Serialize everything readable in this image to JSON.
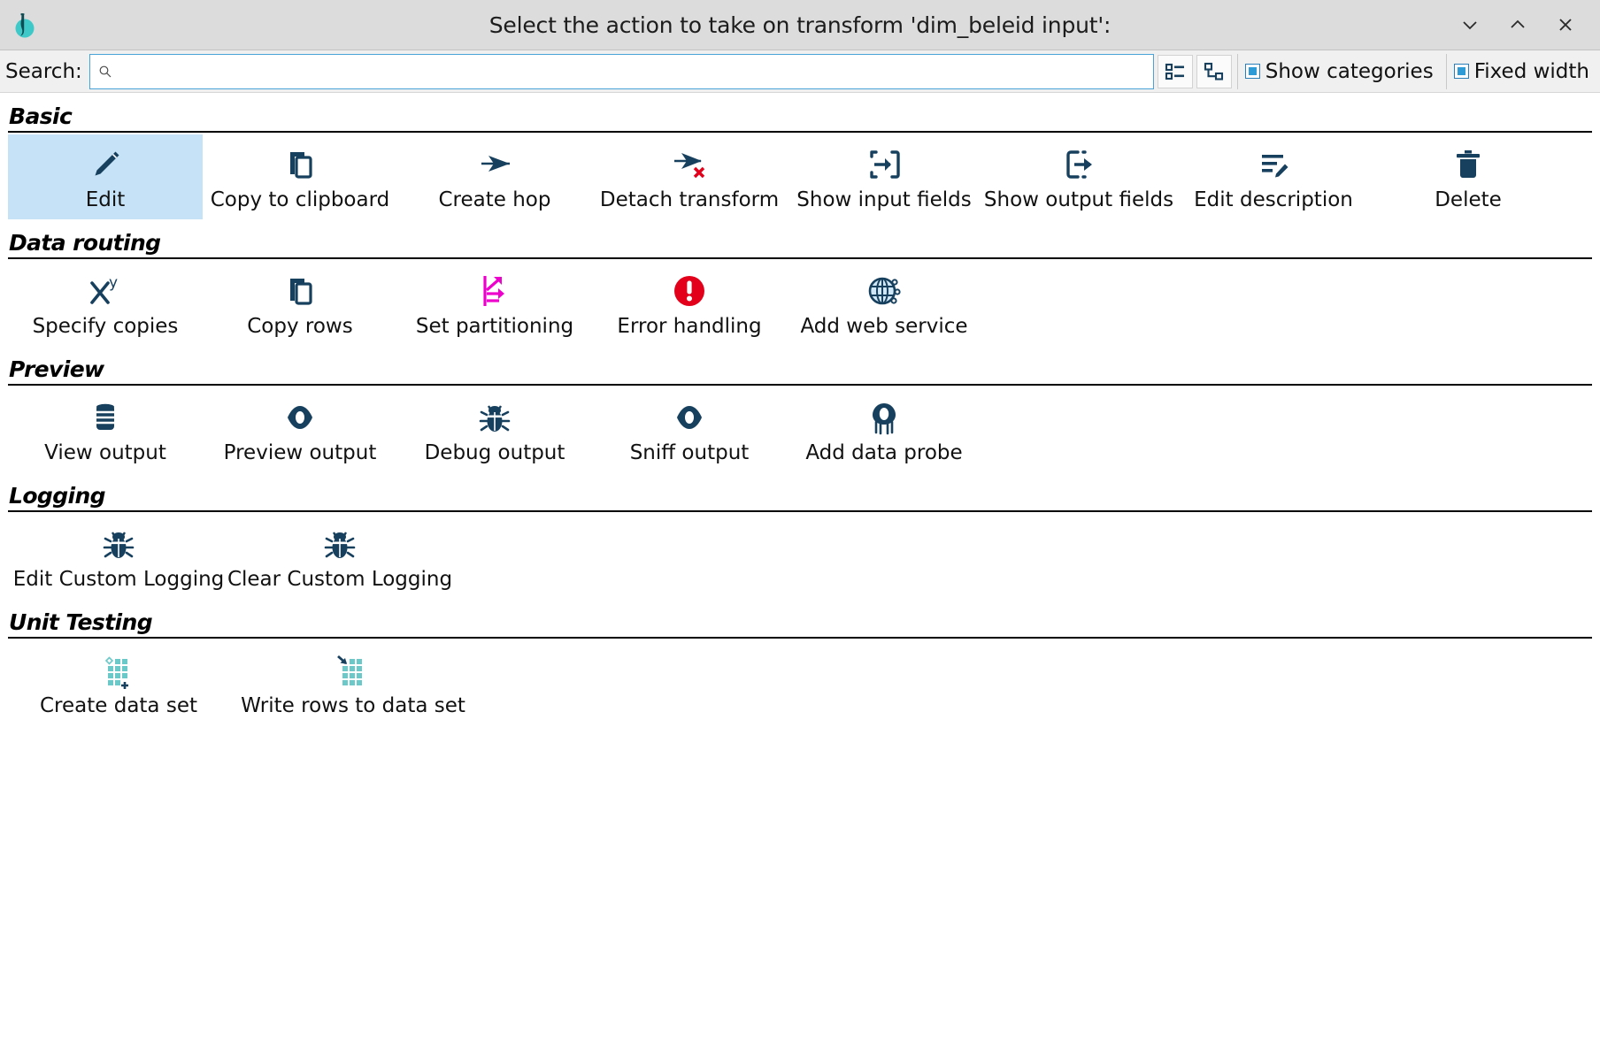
{
  "window": {
    "title": "Select the action to take on transform 'dim_beleid input':",
    "logo_icon": "apache-hop-logo-icon",
    "controls": [
      {
        "name": "minimize-button",
        "icon": "chevron-down-icon",
        "glyph": "∨"
      },
      {
        "name": "maximize-button",
        "icon": "chevron-up-icon",
        "glyph": "∧"
      },
      {
        "name": "close-button",
        "icon": "close-icon",
        "glyph": "✕"
      }
    ]
  },
  "search": {
    "label": "Search:",
    "value": "",
    "placeholder": "",
    "icon": "search-icon"
  },
  "toolbar": {
    "view_buttons": [
      {
        "name": "list-view-button",
        "icon": "list-view-icon"
      },
      {
        "name": "tree-view-button",
        "icon": "tree-view-icon"
      }
    ],
    "checkboxes": [
      {
        "name": "show-categories-checkbox",
        "label": "Show categories",
        "checked": true
      },
      {
        "name": "fixed-width-checkbox",
        "label": "Fixed width",
        "checked": true
      }
    ]
  },
  "colors": {
    "icon_dark": "#17405e",
    "accent_selected": "#c5e2f7",
    "magenta": "#ee00cc",
    "red": "#e3001b",
    "teal": "#6cc9c9",
    "titlebar": "#dcdcdc",
    "searchbar": "#f0f0f0"
  },
  "sections": [
    {
      "title": "Basic",
      "items": [
        {
          "label": "Edit",
          "icon": "pencil-icon",
          "selected": true
        },
        {
          "label": "Copy to clipboard",
          "icon": "copy-icon",
          "selected": false
        },
        {
          "label": "Create hop",
          "icon": "arrow-hop-icon",
          "selected": false
        },
        {
          "label": "Detach transform",
          "icon": "arrow-hop-delete-icon",
          "selected": false
        },
        {
          "label": "Show input fields",
          "icon": "input-fields-icon",
          "selected": false
        },
        {
          "label": "Show output fields",
          "icon": "output-fields-icon",
          "selected": false
        },
        {
          "label": "Edit description",
          "icon": "edit-description-icon",
          "selected": false
        },
        {
          "label": "Delete",
          "icon": "trash-icon",
          "selected": false
        }
      ]
    },
    {
      "title": "Data routing",
      "items": [
        {
          "label": "Specify copies",
          "icon": "x-power-y-icon",
          "selected": false
        },
        {
          "label": "Copy rows",
          "icon": "copy-rows-icon",
          "selected": false
        },
        {
          "label": "Set partitioning",
          "icon": "partitioning-arrows-icon",
          "selected": false
        },
        {
          "label": "Error handling",
          "icon": "error-circle-icon",
          "selected": false
        },
        {
          "label": "Add web service",
          "icon": "globe-icon",
          "selected": false
        }
      ]
    },
    {
      "title": "Preview",
      "items": [
        {
          "label": "View output",
          "icon": "database-icon",
          "selected": false
        },
        {
          "label": "Preview output",
          "icon": "eye-icon",
          "selected": false
        },
        {
          "label": "Debug output",
          "icon": "bug-icon",
          "selected": false
        },
        {
          "label": "Sniff output",
          "icon": "eye-icon",
          "selected": false
        },
        {
          "label": "Add data probe",
          "icon": "data-probe-icon",
          "selected": false
        }
      ]
    },
    {
      "title": "Logging",
      "items": [
        {
          "label": "Edit Custom Logging",
          "icon": "bug-icon",
          "selected": false
        },
        {
          "label": "Clear Custom Logging",
          "icon": "bug-icon",
          "selected": false
        }
      ]
    },
    {
      "title": "Unit Testing",
      "items": [
        {
          "label": "Create data set",
          "icon": "create-data-set-icon",
          "selected": false
        },
        {
          "label": "Write rows to data set",
          "icon": "write-rows-data-set-icon",
          "selected": false
        }
      ]
    }
  ]
}
